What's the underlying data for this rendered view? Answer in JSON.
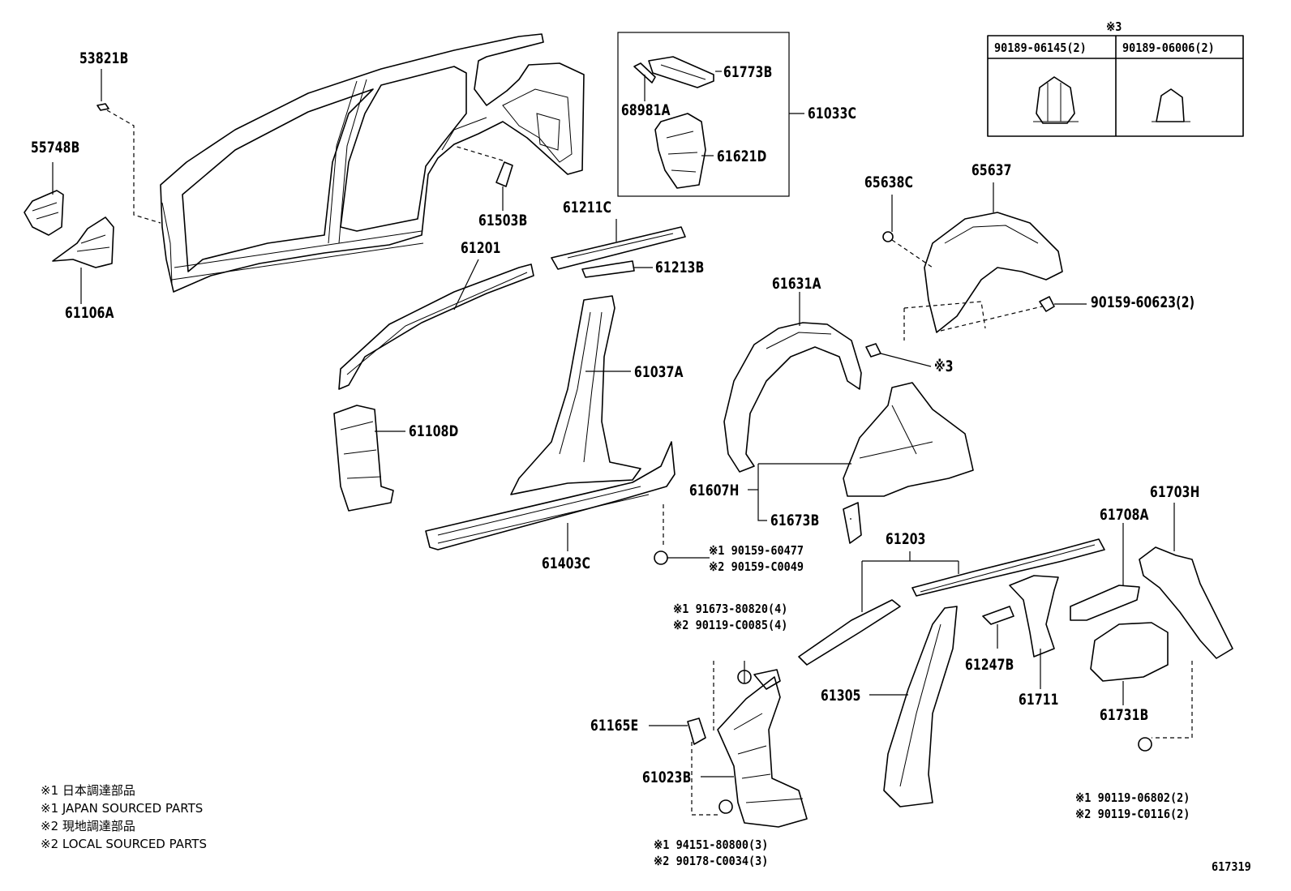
{
  "diagram": {
    "drawing_number": "617319",
    "part_labels": {
      "p53821B": "53821B",
      "p55748B": "55748B",
      "p61106A": "61106A",
      "p61503B": "61503B",
      "p61773B": "61773B",
      "p68981A": "68981A",
      "p61033C": "61033C",
      "p61621D": "61621D",
      "p61211C": "61211C",
      "p61201": "61201",
      "p61213B": "61213B",
      "p65638C": "65638C",
      "p65637": "65637",
      "p90159_60623": "90159-60623(2)",
      "p61631A": "61631A",
      "pMark3": "※3",
      "p61037A": "61037A",
      "p61108D": "61108D",
      "p61607H": "61607H",
      "p61673B": "61673B",
      "p61403C": "61403C",
      "p61203": "61203",
      "p61708A": "61708A",
      "p61703H": "61703H",
      "p61247B": "61247B",
      "p61711": "61711",
      "p61305": "61305",
      "p61731B": "61731B",
      "p61165E": "61165E",
      "p61023B": "61023B"
    },
    "fastener_callouts": {
      "f1a": "※1 90159-60477",
      "f1b": "※2 90159-C0049",
      "f2a": "※1 91673-80820(4)",
      "f2b": "※2 90119-C0085(4)",
      "f3a": "※1 94151-80800(3)",
      "f3b": "※2 90178-C0034(3)",
      "f4a": "※1 90119-06802(2)",
      "f4b": "※2 90119-C0116(2)"
    },
    "variant_table": {
      "marker": "※3",
      "columns": [
        "90189-06145(2)",
        "90189-06006(2)"
      ]
    },
    "legend": [
      "※1 日本調達部品",
      "※1 JAPAN SOURCED PARTS",
      "※2 現地調達部品",
      "※2 LOCAL SOURCED PARTS"
    ]
  }
}
